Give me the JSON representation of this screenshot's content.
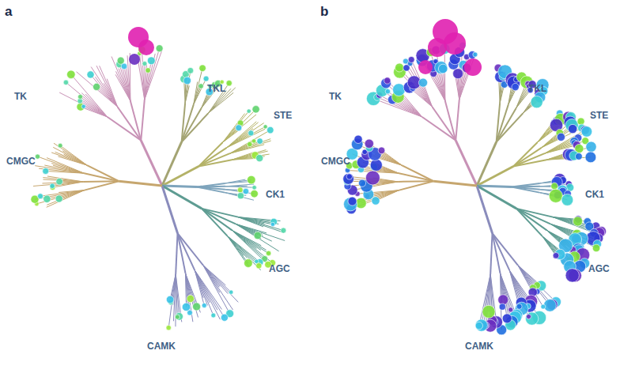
{
  "diagram": {
    "labels": [
      "a",
      "TK",
      "TKL",
      "STE",
      "CMGC",
      "CK1",
      "AGC",
      "CAMK",
      "b",
      "TK",
      "TKL",
      "STE",
      "CMGC",
      "CK1",
      "AGC",
      "CAMK"
    ]
  }
}
